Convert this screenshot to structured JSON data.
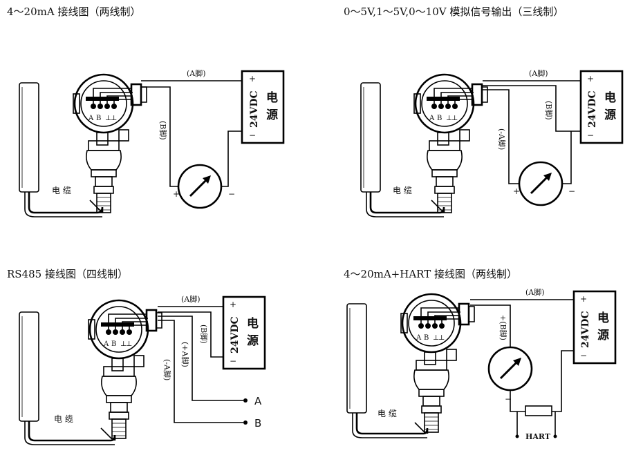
{
  "titles": {
    "d1": "4～20mA 接线图（两线制）",
    "d2": "0～5V,1～5V,0～10V 模拟信号输出（三线制）",
    "d3": "RS485 接线图（四线制）",
    "d4": "4～20mA+HART 接线图（两线制）"
  },
  "labels": {
    "a_pin": "(A脚)",
    "b_pin": "(B脚)",
    "minus_a_pin": "(-A脚)",
    "plus_a_pin": "(+A脚)",
    "plus_b_pin": "+(B脚)",
    "cable": "电 缆",
    "power_l1": "电",
    "power_l2": "源",
    "vdc": "24VDC",
    "plus": "+",
    "minus": "−",
    "term_a": "A",
    "term_b": "B",
    "hart": "HART",
    "terminal_a": "A",
    "terminal_b": "B"
  }
}
